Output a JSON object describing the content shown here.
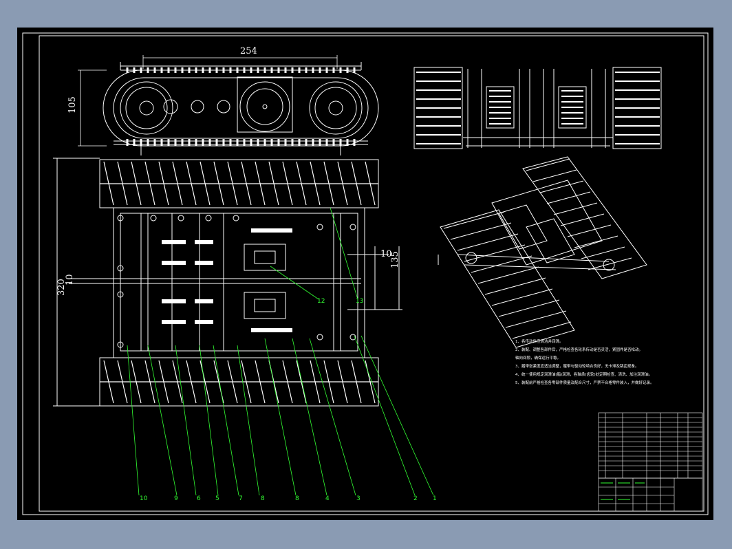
{
  "colors": {
    "background": "#8a9bb3",
    "sheet": "#000000",
    "line": "#ffffff",
    "leader": "#32ff32"
  },
  "dimensions": {
    "top_length": "254",
    "side_height": "105",
    "overall_width": "320",
    "offset_small": "10",
    "offset_large": "135",
    "offset_center": "10"
  },
  "balloons": {
    "bottom": [
      "10",
      "9",
      "6",
      "5",
      "7",
      "8",
      "8",
      "4",
      "3",
      "2",
      "1"
    ],
    "right_12": "12",
    "right_13": "13"
  },
  "notes": {
    "lines": [
      "1、各传动件应清洁并润滑。",
      "2、装配、调整各部件后，严格检查各轮系传动是否灵活，紧固件是否松动。",
      "   轴向间隙，确保运行平稳。",
      "3、履带张紧度应适当调整，履带与驱动轮啮合良好，无卡滞及跳齿现象。",
      "4、统一使用规定润滑油(脂)润滑，各轴承(齿轮)处定期检查、清洗、加注润滑油。",
      "5、装配前严格检查各零部件质量及配合尺寸，严禁不合格零件装入，并做好记录。"
    ]
  },
  "title_block": {
    "label": "parts list and title block"
  }
}
